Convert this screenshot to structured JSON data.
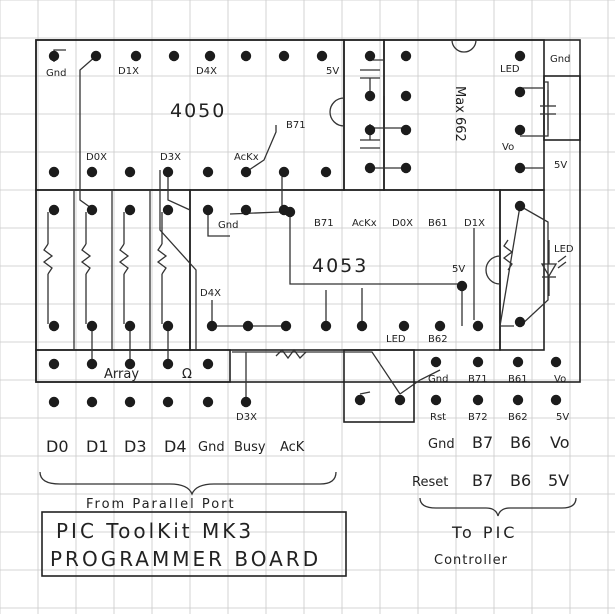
{
  "labels": {
    "ic_4050": "4050",
    "ic_4053": "4053",
    "ic_max": "Max 662",
    "gnd_tl": "Gnd",
    "d1x": "D1X",
    "d4x_top": "D4X",
    "v5_top": "5V",
    "d0x": "D0X",
    "d3x_mid": "D3X",
    "ackx_mid": "AcKx",
    "b71_top": "B71",
    "led_right": "LED",
    "gnd_right": "Gnd",
    "vo_right": "Vo",
    "v5_right": "5V",
    "led_diode": "LED",
    "gnd_4053": "Gnd",
    "b71_4053": "B71",
    "ackx_4053": "AcKx",
    "d0x_4053": "D0X",
    "b61_4053": "B61",
    "d1x_4053": "D1X",
    "v5_4053": "5V",
    "d4x_low": "D4X",
    "led_low": "LED",
    "b62_low": "B62",
    "array": "Array",
    "ohm": "Ω",
    "d3x_bottom": "D3X",
    "r_gnd": "Gnd",
    "r_b71": "B71",
    "r_b61": "B61",
    "r_vo": "Vo",
    "r_rst": "Rst",
    "r_b72": "B72",
    "r_b62": "B62",
    "r_5v": "5V",
    "p_d0": "D0",
    "p_d1": "D1",
    "p_d3": "D3",
    "p_d4": "D4",
    "p_gnd": "Gnd",
    "p_busy": "Busy",
    "p_ack": "AcK",
    "c_gnd": "Gnd",
    "c_b7": "B7",
    "c_b6": "B6",
    "c_vo": "Vo",
    "c_reset": "Reset",
    "c_b7b": "B7",
    "c_b6b": "B6",
    "c_5v": "5V",
    "from_parallel": "From Parallel Port",
    "to_pic_1": "To PIC",
    "to_pic_2": "Controller",
    "title_1": "PIC ToolKit MK3",
    "title_2": "PROGRAMMER BOARD"
  },
  "colors": {
    "ink": "#222222",
    "grid": "#c8c8c8",
    "paper": "#ffffff"
  }
}
